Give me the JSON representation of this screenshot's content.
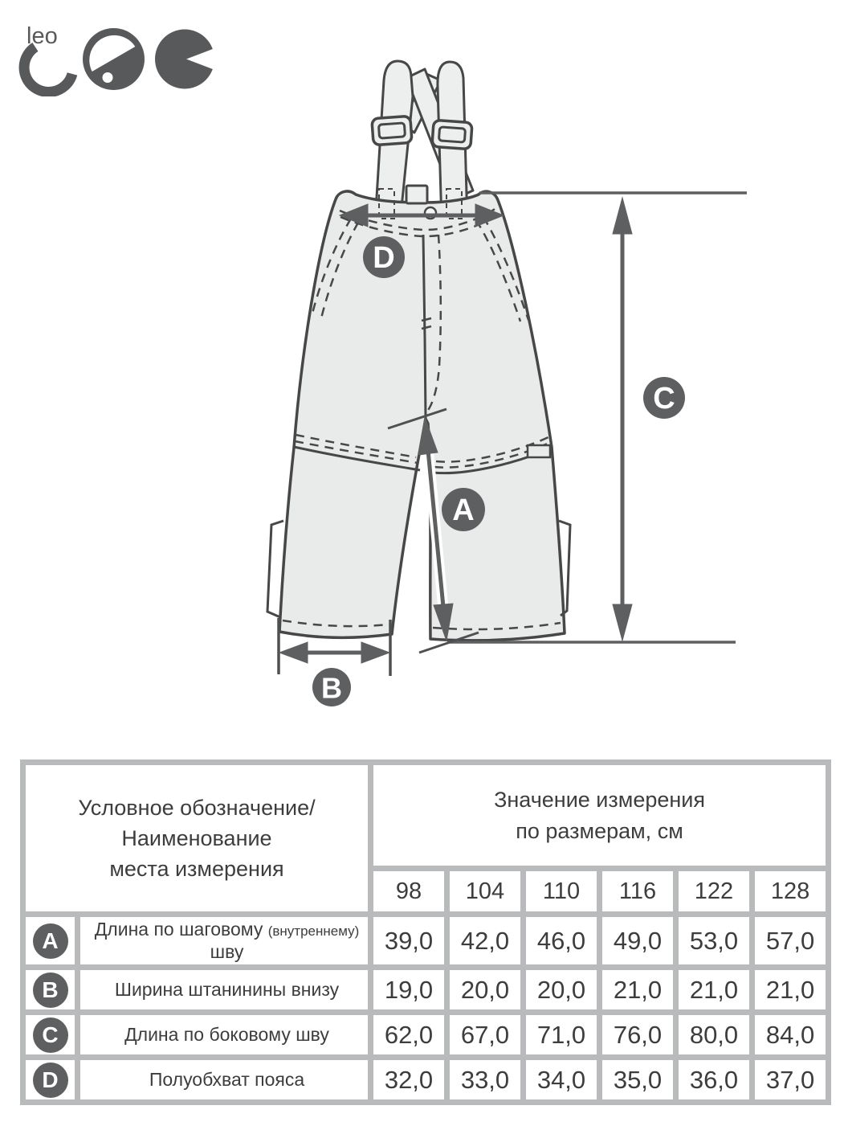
{
  "logo": {
    "text": "leo"
  },
  "figure": {
    "badges": {
      "a": "A",
      "b": "B",
      "c": "C",
      "d": "D"
    }
  },
  "size_table": {
    "header_left": "Условное обозначение/\nНаименование\nместа измерения",
    "header_right": "Значение измерения\nпо размерам, см",
    "sizes": [
      "98",
      "104",
      "110",
      "116",
      "122",
      "128"
    ],
    "rows": [
      {
        "letter": "A",
        "label_pre": "Длина по шаговому ",
        "label_small": "(внутреннему)",
        "label_post": " шву",
        "values": [
          "39,0",
          "42,0",
          "46,0",
          "49,0",
          "53,0",
          "57,0"
        ]
      },
      {
        "letter": "B",
        "label_pre": "Ширина штанинины внизу",
        "label_small": "",
        "label_post": "",
        "values": [
          "19,0",
          "20,0",
          "20,0",
          "21,0",
          "21,0",
          "21,0"
        ]
      },
      {
        "letter": "C",
        "label_pre": "Длина по боковому шву",
        "label_small": "",
        "label_post": "",
        "values": [
          "62,0",
          "67,0",
          "71,0",
          "76,0",
          "80,0",
          "84,0"
        ]
      },
      {
        "letter": "D",
        "label_pre": "Полуобхват пояса",
        "label_small": "",
        "label_post": "",
        "values": [
          "32,0",
          "33,0",
          "34,0",
          "35,0",
          "36,0",
          "37,0"
        ]
      }
    ]
  },
  "colors": {
    "outline": "#474748",
    "garment_fill": "#e9eaea",
    "accent_gray": "#5e5f60",
    "logo_gray": "#58595b",
    "table_border": "#b9babb",
    "text": "#3d3d3e"
  }
}
